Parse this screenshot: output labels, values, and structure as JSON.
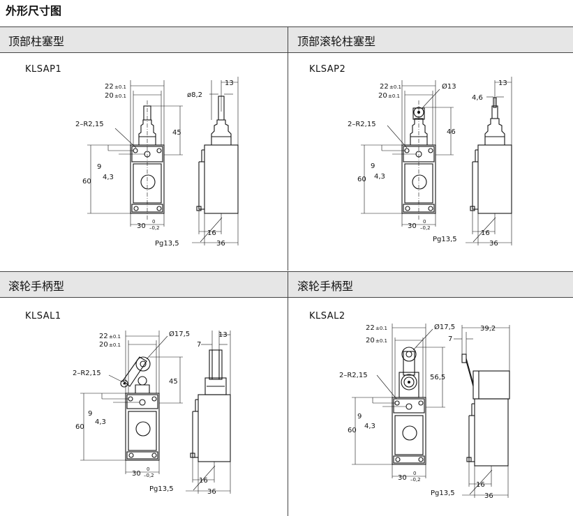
{
  "page_title": "外形尺寸图",
  "panels": [
    {
      "title": "顶部柱塞型",
      "model": "KLSAP1",
      "dims": {
        "d22": "22",
        "tol22": "±0.1",
        "d20": "20",
        "tol20": "±0.1",
        "h45": "45",
        "r": "2–R2,15",
        "d9": "9",
        "d43": "4,3",
        "d60": "60",
        "d30": "30",
        "tol30up": "0",
        "tol30dn": "–0,2",
        "dia": "ø8,2",
        "d13": "13",
        "d16": "16",
        "d36": "36",
        "pg": "Pg13,5"
      }
    },
    {
      "title": "顶部滚轮柱塞型",
      "model": "KLSAP2",
      "dims": {
        "d22": "22",
        "tol22": "±0.1",
        "d20": "20",
        "tol20": "±0.1",
        "h46": "46",
        "r": "2–R2,15",
        "d9": "9",
        "d43": "4,3",
        "d60": "60",
        "d30": "30",
        "tol30up": "0",
        "tol30dn": "–0,2",
        "dia": "Ø13",
        "d13": "13",
        "d46w": "4,6",
        "d16": "16",
        "d36": "36",
        "pg": "Pg13,5"
      }
    },
    {
      "title": "滚轮手柄型",
      "model": "KLSAL1",
      "dims": {
        "d22": "22",
        "tol22": "±0.1",
        "d20": "20",
        "tol20": "±0.1",
        "h45": "45",
        "r": "2–R2,15",
        "d9": "9",
        "d43": "4,3",
        "d60": "60",
        "d30": "30",
        "tol30up": "0",
        "tol30dn": "–0,2",
        "dia": "Ø17,5",
        "d7": "7",
        "d13": "13",
        "d16": "16",
        "d36": "36",
        "pg": "Pg13,5"
      }
    },
    {
      "title": "滚轮手柄型",
      "model": "KLSAL2",
      "dims": {
        "d22": "22",
        "tol22": "±0.1",
        "d20": "20",
        "tol20": "±0.1",
        "h565": "56,5",
        "r": "2–R2,15",
        "d9": "9",
        "d43": "4,3",
        "d60": "60",
        "d30": "30",
        "tol30up": "0",
        "tol30dn": "–0,2",
        "dia": "Ø17,5",
        "d7": "7",
        "d392": "39,2",
        "d16": "16",
        "d36": "36",
        "pg": "Pg13,5"
      }
    }
  ]
}
